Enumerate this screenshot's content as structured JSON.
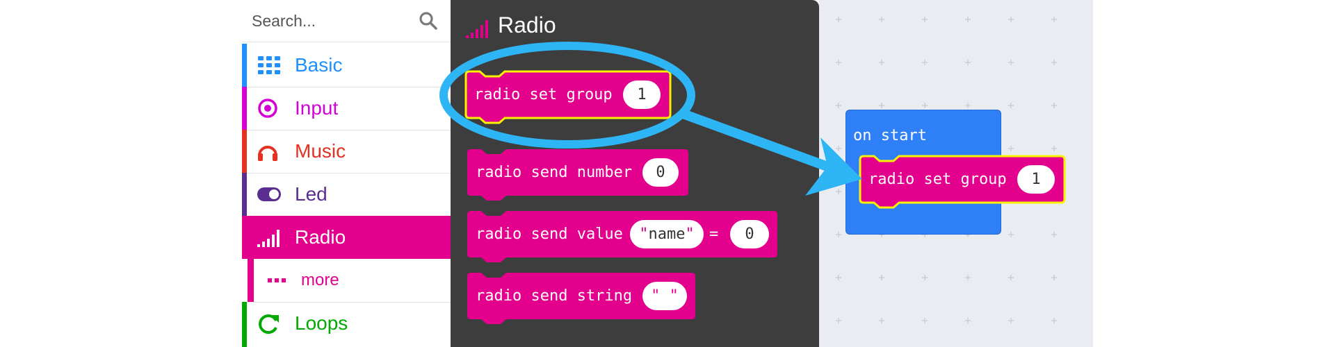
{
  "search": {
    "placeholder": "Search..."
  },
  "colors": {
    "basic": "#1e90ff",
    "input": "#d400d4",
    "music": "#e63022",
    "led": "#5c2d91",
    "radio": "#e3008c",
    "loops": "#00aa00",
    "flyout_bg": "#3d3d3d",
    "workspace_bg": "#e9ecf0",
    "event_blue": "#2f80f6",
    "highlight": "#fff200",
    "annotation": "#2eb5f5"
  },
  "categories": [
    {
      "id": "basic",
      "label": "Basic",
      "icon": "grid-icon"
    },
    {
      "id": "input",
      "label": "Input",
      "icon": "target-icon"
    },
    {
      "id": "music",
      "label": "Music",
      "icon": "headphones-icon"
    },
    {
      "id": "led",
      "label": "Led",
      "icon": "toggle-icon"
    },
    {
      "id": "radio",
      "label": "Radio",
      "icon": "signal-bars-icon",
      "selected": true
    },
    {
      "id": "more",
      "label": "more",
      "icon": "ellipsis-icon"
    },
    {
      "id": "loops",
      "label": "Loops",
      "icon": "refresh-icon"
    }
  ],
  "flyout": {
    "title": "Radio",
    "blocks": {
      "set_group": {
        "text": "radio set group",
        "value": "1"
      },
      "send_number": {
        "text": "radio send number",
        "value": "0"
      },
      "send_value": {
        "text": "radio send value",
        "name": "name",
        "eq": "=",
        "value": "0"
      },
      "send_string": {
        "text": "radio send string",
        "value": "\"  \""
      }
    }
  },
  "workspace": {
    "event": {
      "label": "on start"
    },
    "inner_block": {
      "text": "radio set group",
      "value": "1"
    }
  }
}
